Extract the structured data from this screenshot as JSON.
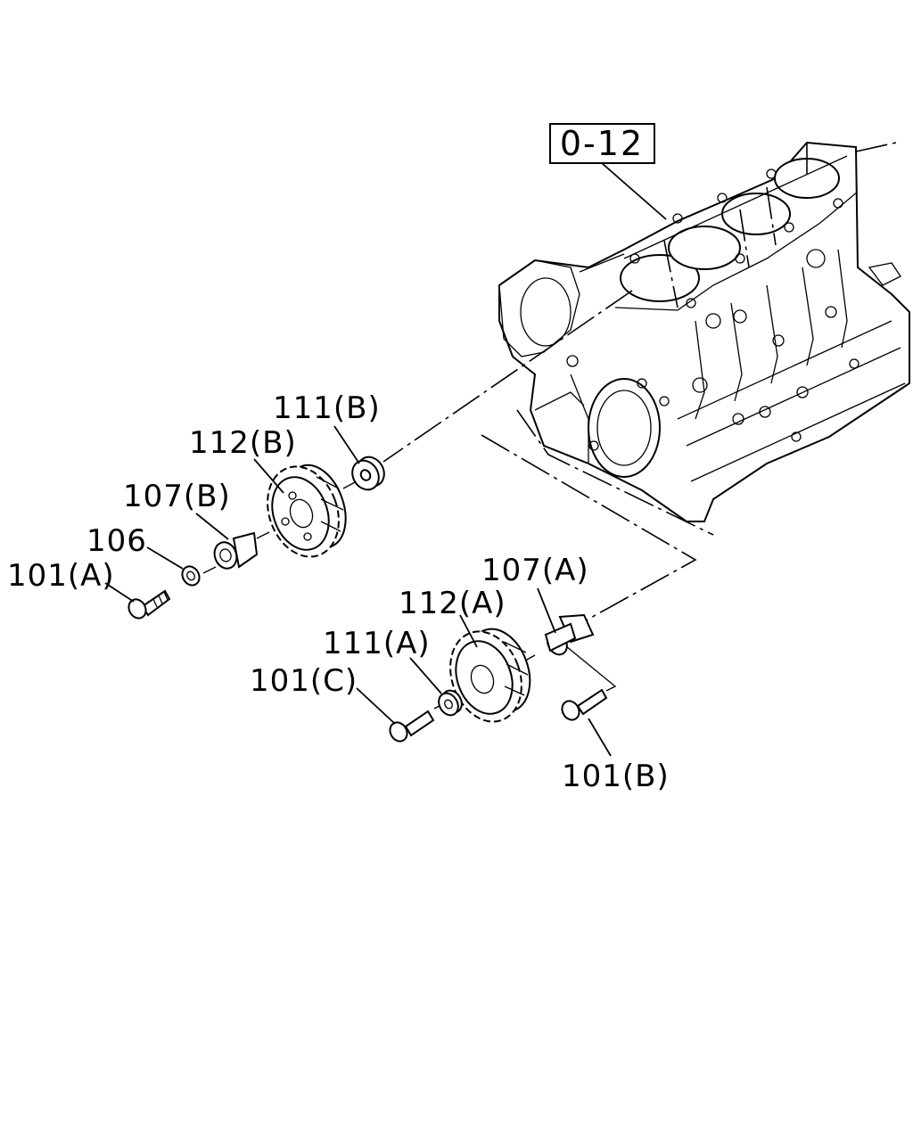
{
  "reference_box": "0-12",
  "callouts": {
    "p101a": "101(A)",
    "p101b": "101(B)",
    "p101c": "101(C)",
    "p106": "106",
    "p107a": "107(A)",
    "p107b": "107(B)",
    "p111a": "111(A)",
    "p111b": "111(B)",
    "p112a": "112(A)",
    "p112b": "112(B)"
  }
}
